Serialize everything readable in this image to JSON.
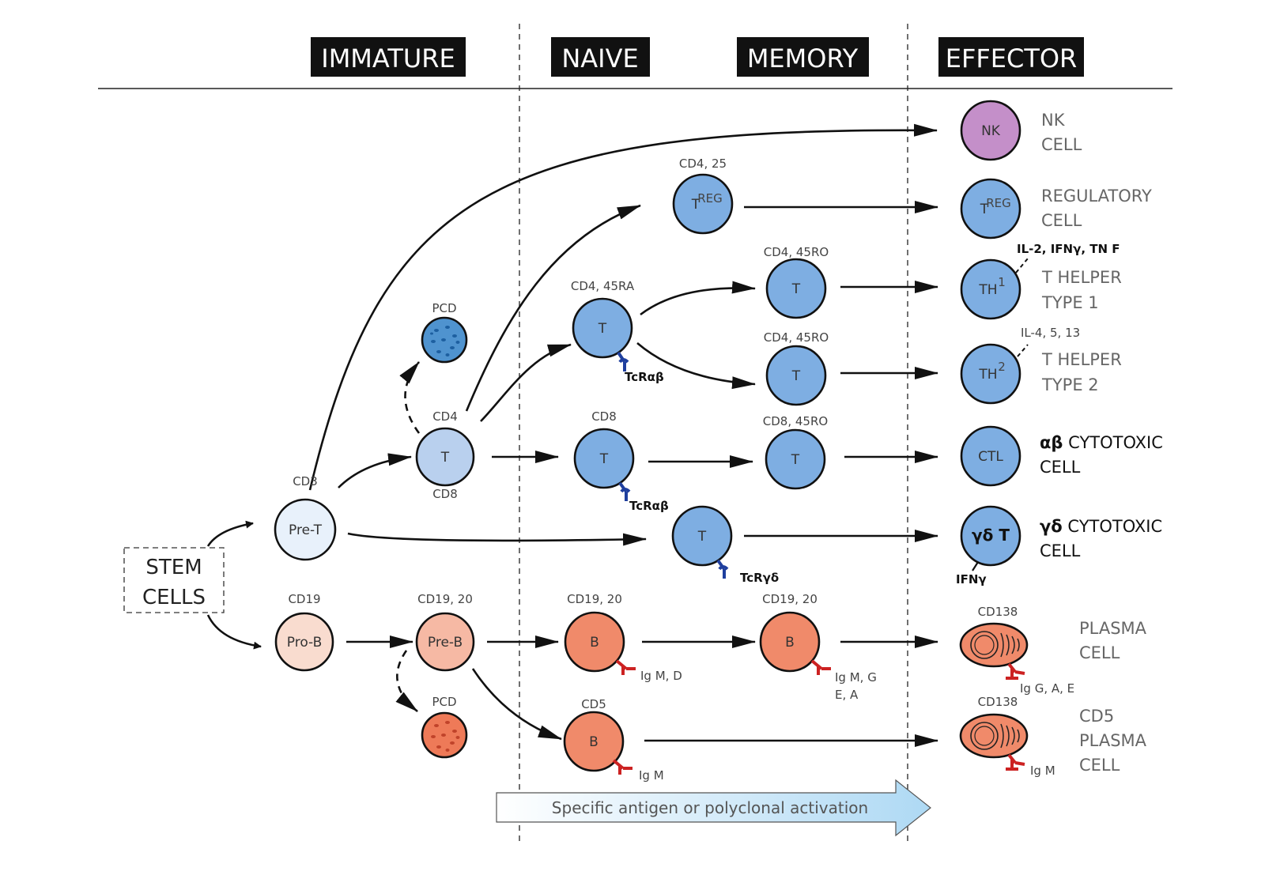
{
  "stages": {
    "immature": "IMMATURE",
    "naive": "NAIVE",
    "memory": "MEMORY",
    "effector": "EFFECTOR"
  },
  "stem": {
    "line1": "STEM",
    "line2": "CELLS"
  },
  "cells": {
    "pre_t": {
      "label": "Pre-T",
      "marker": "CD3"
    },
    "t_imm": {
      "label": "T",
      "marker_top": "CD4",
      "marker_bottom": "CD8"
    },
    "pcd_t": {
      "marker": "PCD"
    },
    "treg": {
      "label": "T",
      "sup": "REG",
      "marker": "CD4, 25"
    },
    "t_naive_cd4": {
      "label": "T",
      "marker": "CD4, 45RA",
      "receptor": "TcRαβ"
    },
    "t_naive_cd8": {
      "label": "T",
      "marker": "CD8",
      "receptor": "TcRαβ"
    },
    "t_gd": {
      "label": "T",
      "receptor": "TcRγδ"
    },
    "t_mem_th1": {
      "label": "T",
      "marker": "CD4, 45RO"
    },
    "t_mem_th2": {
      "label": "T",
      "marker": "CD4, 45RO"
    },
    "t_mem_cd8": {
      "label": "T",
      "marker": "CD8, 45RO"
    },
    "pro_b": {
      "label": "Pro-B",
      "marker": "CD19"
    },
    "pre_b": {
      "label": "Pre-B",
      "marker": "CD19, 20"
    },
    "pcd_b": {
      "marker": "PCD"
    },
    "b_naive": {
      "label": "B",
      "marker": "CD19, 20",
      "ig": "Ig M, D"
    },
    "b_cd5": {
      "label": "B",
      "marker": "CD5",
      "ig": "Ig M"
    },
    "b_mem": {
      "label": "B",
      "marker": "CD19, 20",
      "ig_line1": "Ig M, G",
      "ig_line2": "E, A"
    }
  },
  "effectors": {
    "nk": {
      "label": "NK",
      "name1": "NK",
      "name2": "CELL"
    },
    "treg": {
      "label": "T",
      "sup": "REG",
      "name1": "REGULATORY",
      "name2": "CELL"
    },
    "th1": {
      "label": "TH",
      "sup": "1",
      "cytokines": "IL-2, IFNγ, TN F",
      "name1": "T HELPER",
      "name2": "TYPE 1"
    },
    "th2": {
      "label": "TH",
      "sup": "2",
      "cytokines": "IL-4, 5, 13",
      "name1": "T HELPER",
      "name2": "TYPE 2"
    },
    "ctl": {
      "label": "CTL",
      "prefix": "αβ",
      "name1": " CYTOTOXIC",
      "name2": "CELL"
    },
    "gd": {
      "label": "γδ T",
      "prefix": "γδ",
      "name1": " CYTOTOXIC",
      "name2": "CELL",
      "cytokine": "IFNγ"
    },
    "plasma": {
      "marker": "CD138",
      "ig": "Ig G, A, E",
      "name1": "PLASMA",
      "name2": "CELL"
    },
    "cd5_plasma": {
      "marker": "CD138",
      "ig": "Ig M",
      "name1": "CD5",
      "name2": "PLASMA",
      "name3": "CELL"
    }
  },
  "activation": "Specific antigen or polyclonal activation",
  "colors": {
    "t_cell": "#7eaee2",
    "t_immature": "#b9d0ee",
    "pre_t": "#e8f1fb",
    "nk": "#c48fc9",
    "b_cell": "#f08a6a",
    "pre_b": "#f6b9a4",
    "pro_b": "#f9dccf",
    "tcr_receptor": "#1f3f9e",
    "ig_receptor": "#cc2222",
    "stage_header": "#111111",
    "activation_arrow": "#cfe8f8"
  }
}
